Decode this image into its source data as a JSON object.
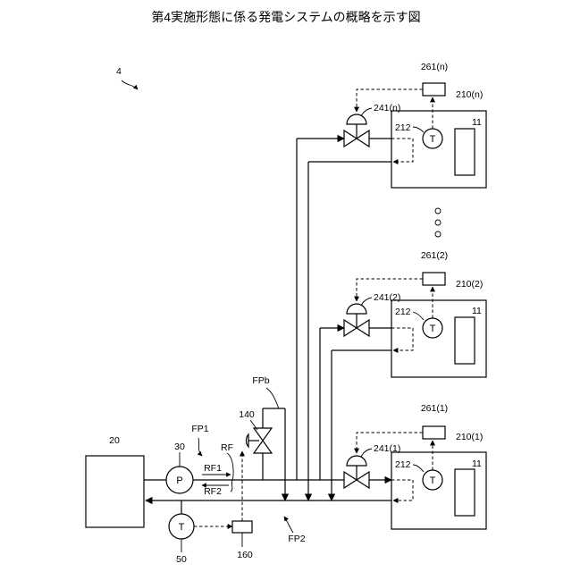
{
  "title": "第4実施形態に係る発電システムの概略を示す図",
  "labels": {
    "system": "4",
    "tank": "20",
    "pump": "30",
    "pump_symbol": "P",
    "fp1": "FP1",
    "fp2": "FP2",
    "fpb": "FPb",
    "rf": "RF",
    "rf1": "RF1",
    "rf2": "RF2",
    "valve_main": "140",
    "temp_main": "50",
    "temp_symbol": "T",
    "controller_main": "160",
    "units": [
      {
        "unit": "210(1)",
        "valve": "241(1)",
        "controller": "261(1)",
        "sensor": "212",
        "stack": "11"
      },
      {
        "unit": "210(2)",
        "valve": "241(2)",
        "controller": "261(2)",
        "sensor": "212",
        "stack": "11"
      },
      {
        "unit": "210(n)",
        "valve": "241(n)",
        "controller": "261(n)",
        "sensor": "212",
        "stack": "11"
      }
    ]
  }
}
